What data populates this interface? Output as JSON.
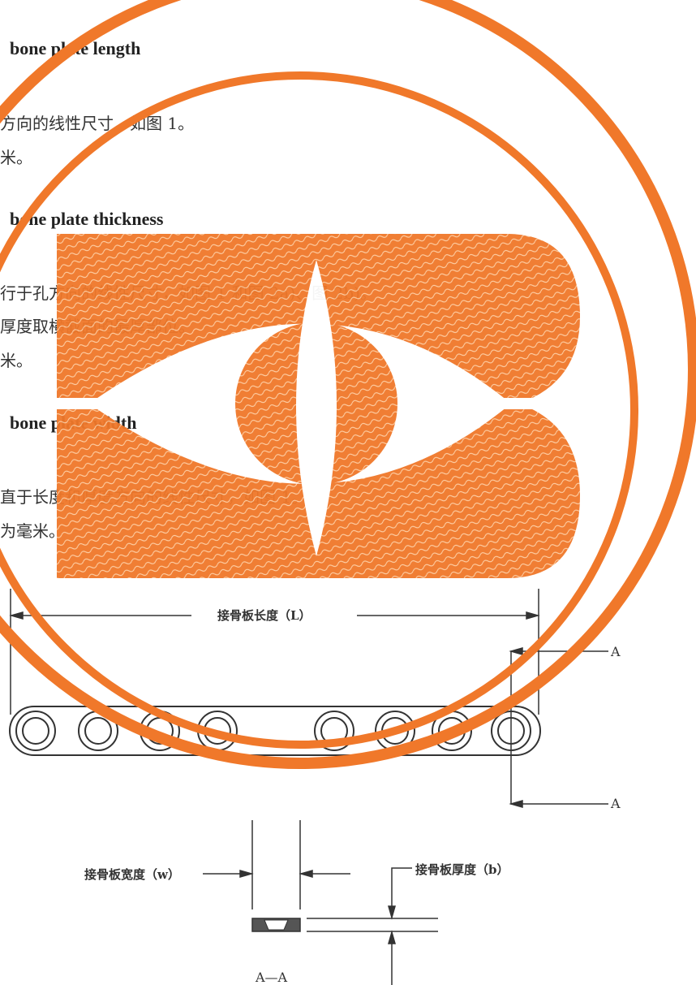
{
  "terms": [
    {
      "title": "bone plate length",
      "lines": [
        "方向的线性尺寸，如图 1。",
        "米。"
      ]
    },
    {
      "title": "bone plate thickness",
      "lines": [
        "行于孔方向的线性尺寸，如图 1 和图 2a)、图 2b)。",
        "厚度取横截面的最厚部位。",
        "米。"
      ]
    },
    {
      "title": "bone plate width",
      "lines": [
        "直于长度和厚度方向的线性尺寸，如图 1。",
        "为毫米。"
      ]
    }
  ],
  "figure": {
    "length_label": "接骨板长度（L）",
    "width_label": "接骨板宽度（w）",
    "thickness_label": "接骨板厚度（b）",
    "section_marker": "A",
    "section_caption": "A—A"
  },
  "watermark": {
    "color": "#f0782a",
    "shape": "seal-rings-with-B-eye-logo"
  }
}
